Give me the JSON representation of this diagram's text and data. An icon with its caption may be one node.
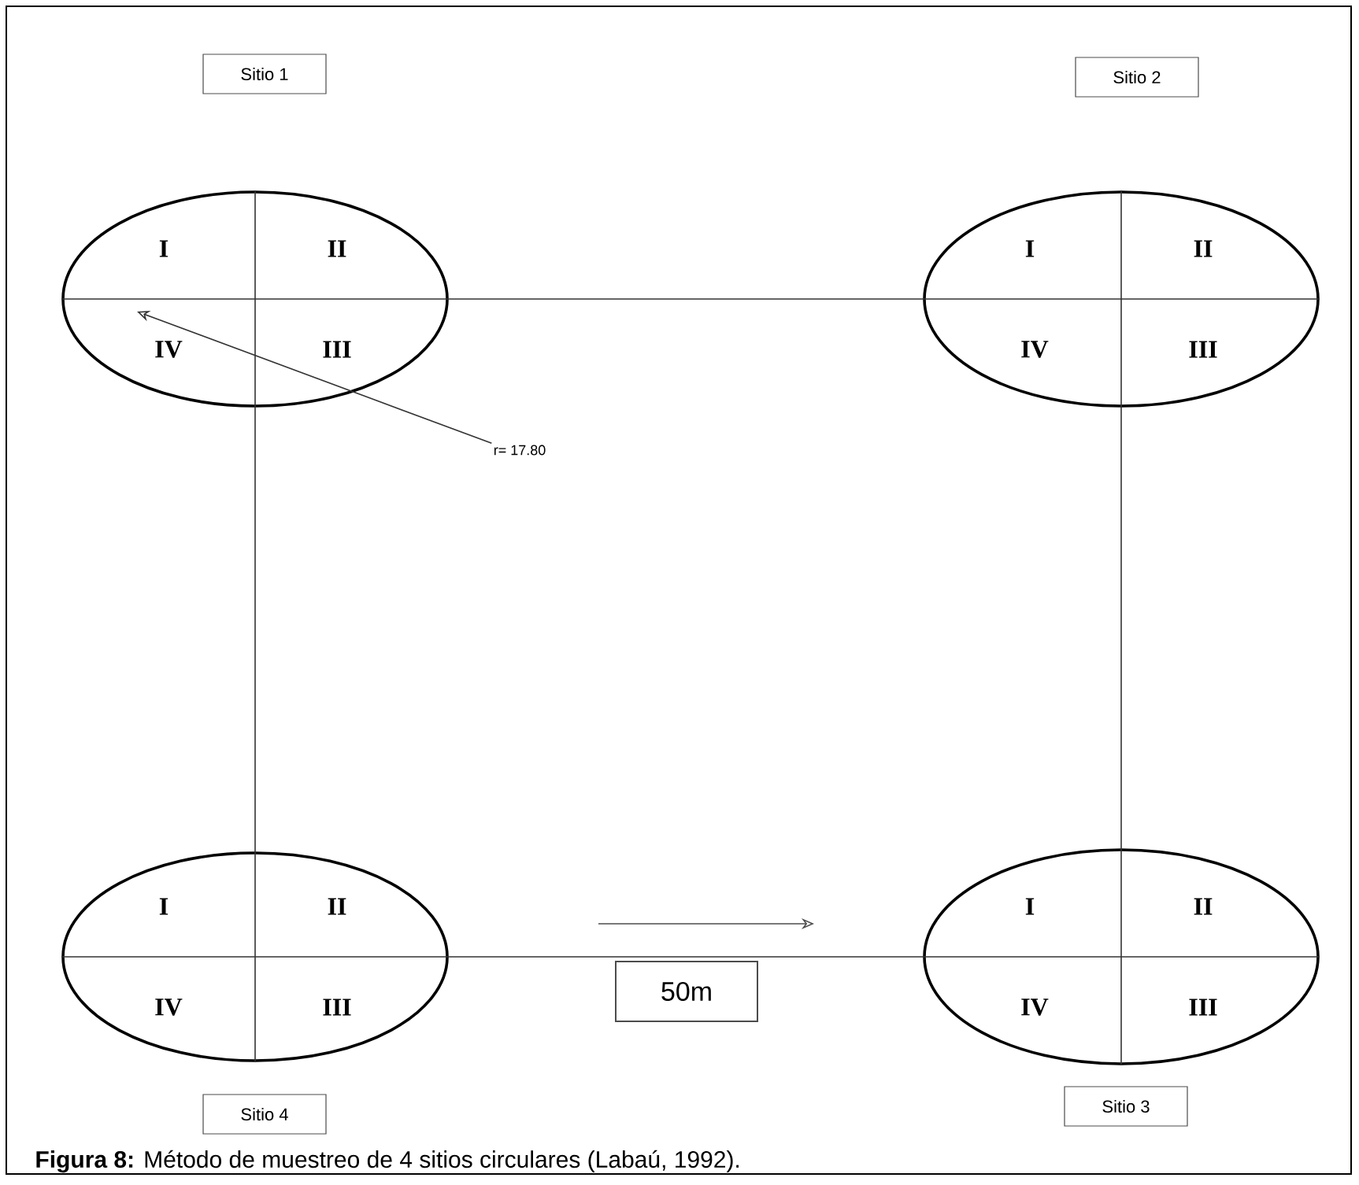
{
  "diagram": {
    "caption": "**Figura 8:** Método de muestreo  de 4 sitios circulares (Labaú, 1992).",
    "nodes": [
      {
        "text": [
          "Sitio 1"
        ]
      },
      {
        "text": [
          "Sitio 2"
        ]
      },
      {
        "text": [
          "Sitio 3"
        ]
      },
      {
        "text": [
          "Sitio 4"
        ]
      },
      {
        "text": [
          "I",
          "II",
          "IV",
          "III"
        ]
      },
      {
        "text": [
          "I",
          "II",
          "IV",
          "III"
        ]
      },
      {
        "text": [
          "I",
          "II",
          "IV",
          "III"
        ]
      },
      {
        "text": [
          "I",
          "II",
          "IV",
          "III"
        ]
      },
      {
        "text": [
          "r= 17.80"
        ]
      },
      {
        "text": [
          "50m"
        ]
      }
    ],
    "edges": [
      {
        "from": 4,
        "to": 5,
        "arrow": "none"
      },
      {
        "from": 5,
        "to": 6,
        "arrow": "none"
      },
      {
        "from": 7,
        "to": 6,
        "arrow": "none"
      },
      {
        "from": 4,
        "to": 7,
        "arrow": "none"
      },
      {
        "from": 8,
        "to": 4,
        "arrow": "to"
      }
    ]
  }
}
